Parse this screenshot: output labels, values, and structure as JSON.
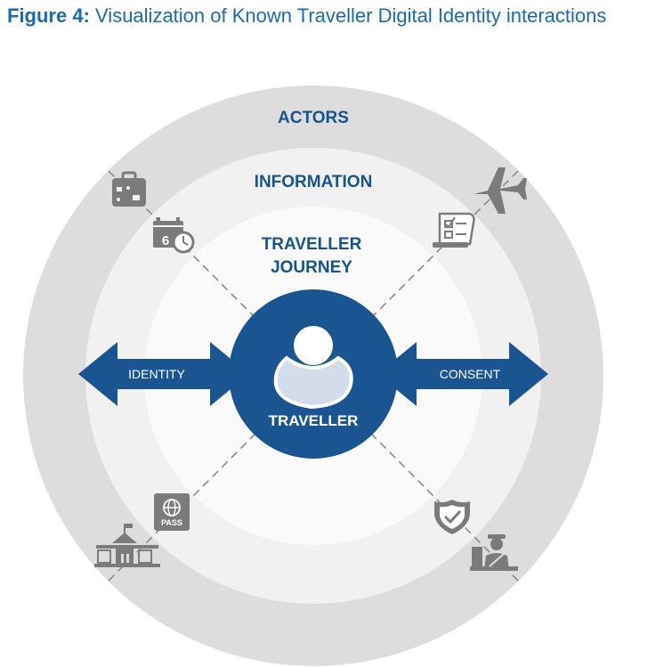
{
  "figure": {
    "label": "Figure 4:",
    "caption": "Visualization of Known Traveller Digital Identity interactions"
  },
  "rings": {
    "outer_label": "ACTORS",
    "middle_label": "INFORMATION",
    "inner_label_line1": "TRAVELLER",
    "inner_label_line2": "JOURNEY"
  },
  "center": {
    "label": "TRAVELLER"
  },
  "arrows": {
    "left_label": "IDENTITY",
    "right_label": "CONSENT"
  },
  "icons": {
    "calendar_day": "6",
    "passport_text": "PASS",
    "names": [
      "luggage-icon",
      "calendar-clock-icon",
      "airplane-icon",
      "checklist-document-icon",
      "government-building-icon",
      "passport-icon",
      "security-shield-icon",
      "border-officer-icon"
    ]
  },
  "colors": {
    "title": "#1c6bb0",
    "ring_label": "#17538c",
    "center_fill": "#1b5591",
    "arrow_fill": "#1b5591",
    "outer_ring": "#dddddd",
    "middle_ring": "#f1f1f1",
    "icon_gray": "#7b7b7b"
  }
}
